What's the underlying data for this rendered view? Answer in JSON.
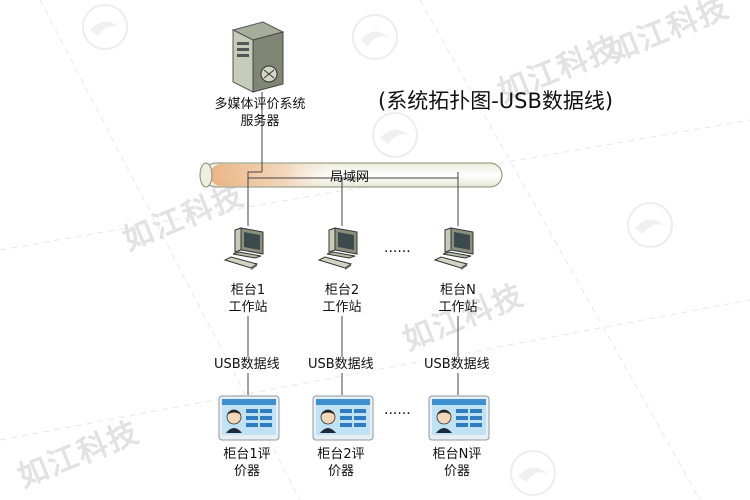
{
  "watermark": {
    "text": "如江科技"
  },
  "title": "(系统拓扑图-USB数据线)",
  "server": {
    "label_line1": "多媒体评价系统",
    "label_line2": "服务器"
  },
  "network": {
    "label": "局域网"
  },
  "workstations": [
    {
      "label_line1": "柜台1",
      "label_line2": "工作站"
    },
    {
      "label_line1": "柜台2",
      "label_line2": "工作站"
    },
    {
      "label_line1": "柜台N",
      "label_line2": "工作站"
    }
  ],
  "connection": {
    "label": "USB数据线"
  },
  "evaluators": [
    {
      "label_line1": "柜台1评",
      "label_line2": "价器"
    },
    {
      "label_line1": "柜台2评",
      "label_line2": "价器"
    },
    {
      "label_line1": "柜台N评",
      "label_line2": "价器"
    }
  ],
  "ellipsis": "......"
}
